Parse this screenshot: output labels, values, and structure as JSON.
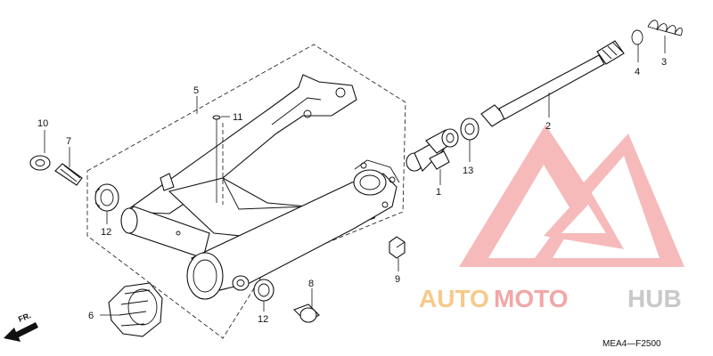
{
  "diagram": {
    "callouts": {
      "c1": "1",
      "c2": "2",
      "c3": "3",
      "c4": "4",
      "c5": "5",
      "c6": "6",
      "c7": "7",
      "c8": "8",
      "c9": "9",
      "c10": "10",
      "c11": "11",
      "c12a": "12",
      "c12b": "12",
      "c13": "13"
    },
    "direction_label": "FR.",
    "drawing_code": "MEA4—F2500"
  },
  "watermark": {
    "part1": "AUTO",
    "part2": "MOTO",
    "part3": "HUB",
    "colors": {
      "auto": "#f7c98a",
      "moto": "#f2a7a7",
      "hub": "#c9c9c9",
      "logo": "#f08c8c"
    }
  }
}
